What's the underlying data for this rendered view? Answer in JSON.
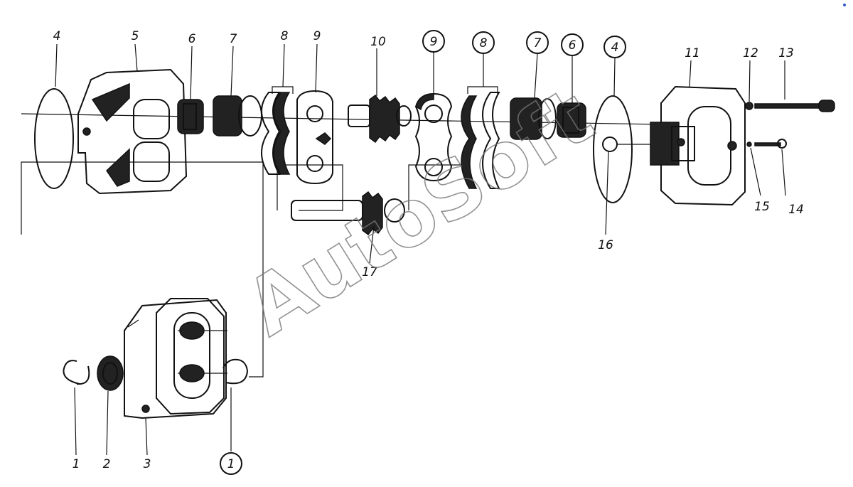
{
  "diagram": {
    "watermark": "AutoSoft",
    "labels": {
      "l1": "1",
      "l1c": "1",
      "l2": "2",
      "l3": "3",
      "l4a": "4",
      "l4b": "4",
      "l5": "5",
      "l6a": "6",
      "l6b": "6",
      "l7a": "7",
      "l7b": "7",
      "l8a": "8",
      "l8b": "8",
      "l9a": "9",
      "l9b": "9",
      "l10": "10",
      "l11": "11",
      "l12": "12",
      "l13": "13",
      "l14": "14",
      "l15": "15",
      "l16": "16",
      "l17": "17"
    }
  }
}
